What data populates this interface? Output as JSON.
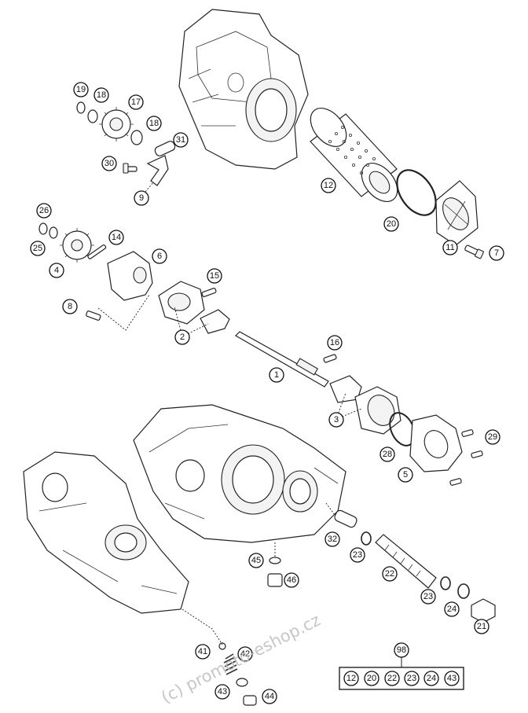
{
  "labels": {
    "l1": "1",
    "l2": "2",
    "l3": "3",
    "l4": "4",
    "l5": "5",
    "l6": "6",
    "l7": "7",
    "l8": "8",
    "l9": "9",
    "l11": "11",
    "l12": "12",
    "l14": "14",
    "l15": "15",
    "l16": "16",
    "l17": "17",
    "l18a": "18",
    "l18b": "18",
    "l19": "19",
    "l20": "20",
    "l21": "21",
    "l22": "22",
    "l23a": "23",
    "l23b": "23",
    "l24": "24",
    "l25": "25",
    "l26": "26",
    "l28": "28",
    "l29": "29",
    "l30": "30",
    "l31": "31",
    "l32": "32",
    "l41": "41",
    "l42": "42",
    "l43": "43",
    "l44": "44",
    "l45": "45",
    "l46": "46",
    "l98": "98"
  },
  "kit": {
    "items": [
      "12",
      "20",
      "22",
      "23",
      "24",
      "43"
    ]
  },
  "watermark": "(c) promoto-eshop.cz"
}
